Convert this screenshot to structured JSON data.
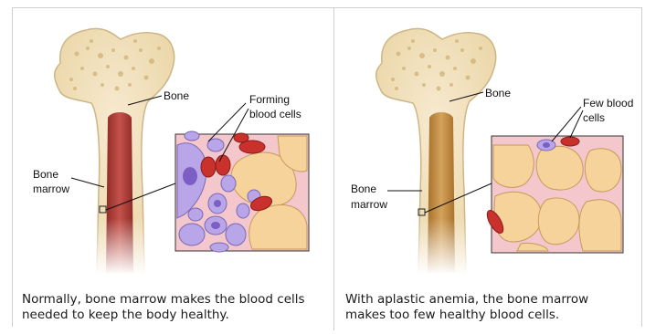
{
  "panels": {
    "left": {
      "bone_label": "Bone",
      "marrow_label_line1": "Bone",
      "marrow_label_line2": "marrow",
      "cells_label_line1": "Forming",
      "cells_label_line2": "blood cells",
      "marrow_color": "#b8443e",
      "caption_line1": "Normally, bone marrow makes the blood cells",
      "caption_line2": "needed to keep the body healthy."
    },
    "right": {
      "bone_label": "Bone",
      "marrow_label_line1": "Bone",
      "marrow_label_line2": "marrow",
      "cells_label_line1": "Few blood",
      "cells_label_line2": "cells",
      "marrow_color": "#c9924a",
      "caption_line1": "With aplastic anemia, the bone marrow",
      "caption_line2": "makes too few healthy blood cells."
    }
  },
  "colors": {
    "bone": "#f1dfb4",
    "bone_outline": "#cdb585",
    "red_cell": "#c8312c",
    "fat_cell": "#f5d39a",
    "purple_cell": "#b9a6e8",
    "tissue": "#f3c7cc"
  }
}
